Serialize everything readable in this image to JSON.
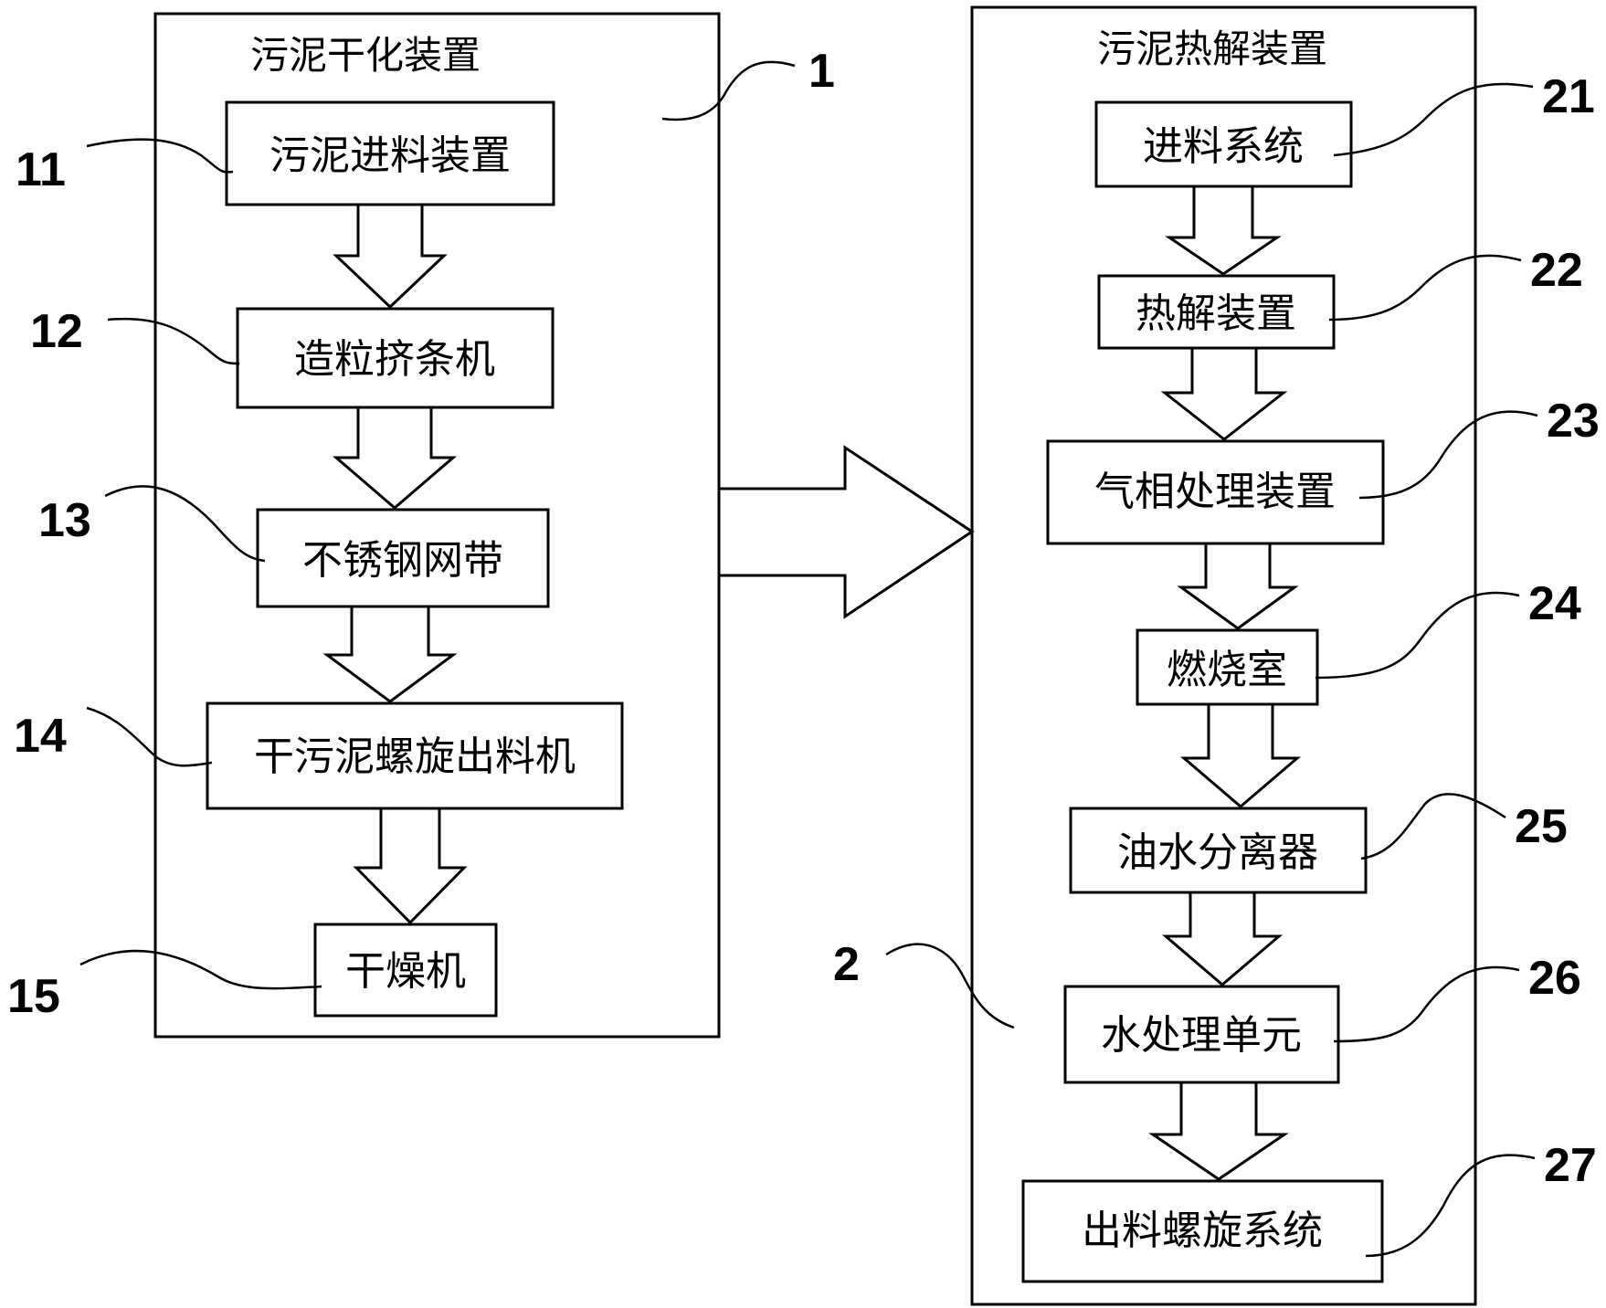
{
  "drying_unit": {
    "title": "污泥干化装置",
    "ref": "1",
    "steps": [
      {
        "label": "污泥进料装置",
        "ref": "11"
      },
      {
        "label": "造粒挤条机",
        "ref": "12"
      },
      {
        "label": "不锈钢网带",
        "ref": "13"
      },
      {
        "label": "干污泥螺旋出料机",
        "ref": "14"
      },
      {
        "label": "干燥机",
        "ref": "15"
      }
    ]
  },
  "pyrolysis_unit": {
    "title": "污泥热解装置",
    "ref": "2",
    "steps": [
      {
        "label": "进料系统",
        "ref": "21"
      },
      {
        "label": "热解装置",
        "ref": "22"
      },
      {
        "label": "气相处理装置",
        "ref": "23"
      },
      {
        "label": "燃烧室",
        "ref": "24"
      },
      {
        "label": "油水分离器",
        "ref": "25"
      },
      {
        "label": "水处理单元",
        "ref": "26"
      },
      {
        "label": "出料螺旋系统",
        "ref": "27"
      }
    ]
  }
}
